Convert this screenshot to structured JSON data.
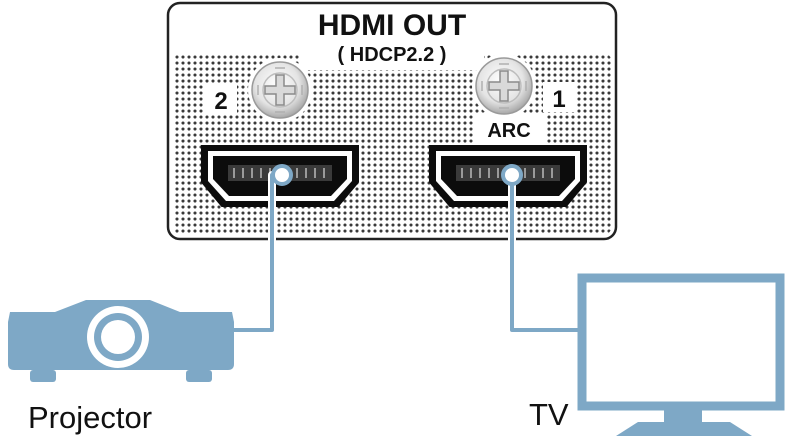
{
  "panel": {
    "title": "HDMI OUT",
    "subtitle": "( HDCP2.2 )",
    "port_2_label": "2",
    "port_1_label": "1",
    "port_1_sublabel": "ARC"
  },
  "devices": {
    "projector_label": "Projector",
    "tv_label": "TV"
  },
  "colors": {
    "device_blue": "#7ea8c6",
    "panel_border": "#222222",
    "dot_grid": "#444444",
    "text": "#111111"
  },
  "icons": [
    "screw-icon",
    "hdmi-port-icon",
    "projector-icon",
    "tv-icon"
  ]
}
